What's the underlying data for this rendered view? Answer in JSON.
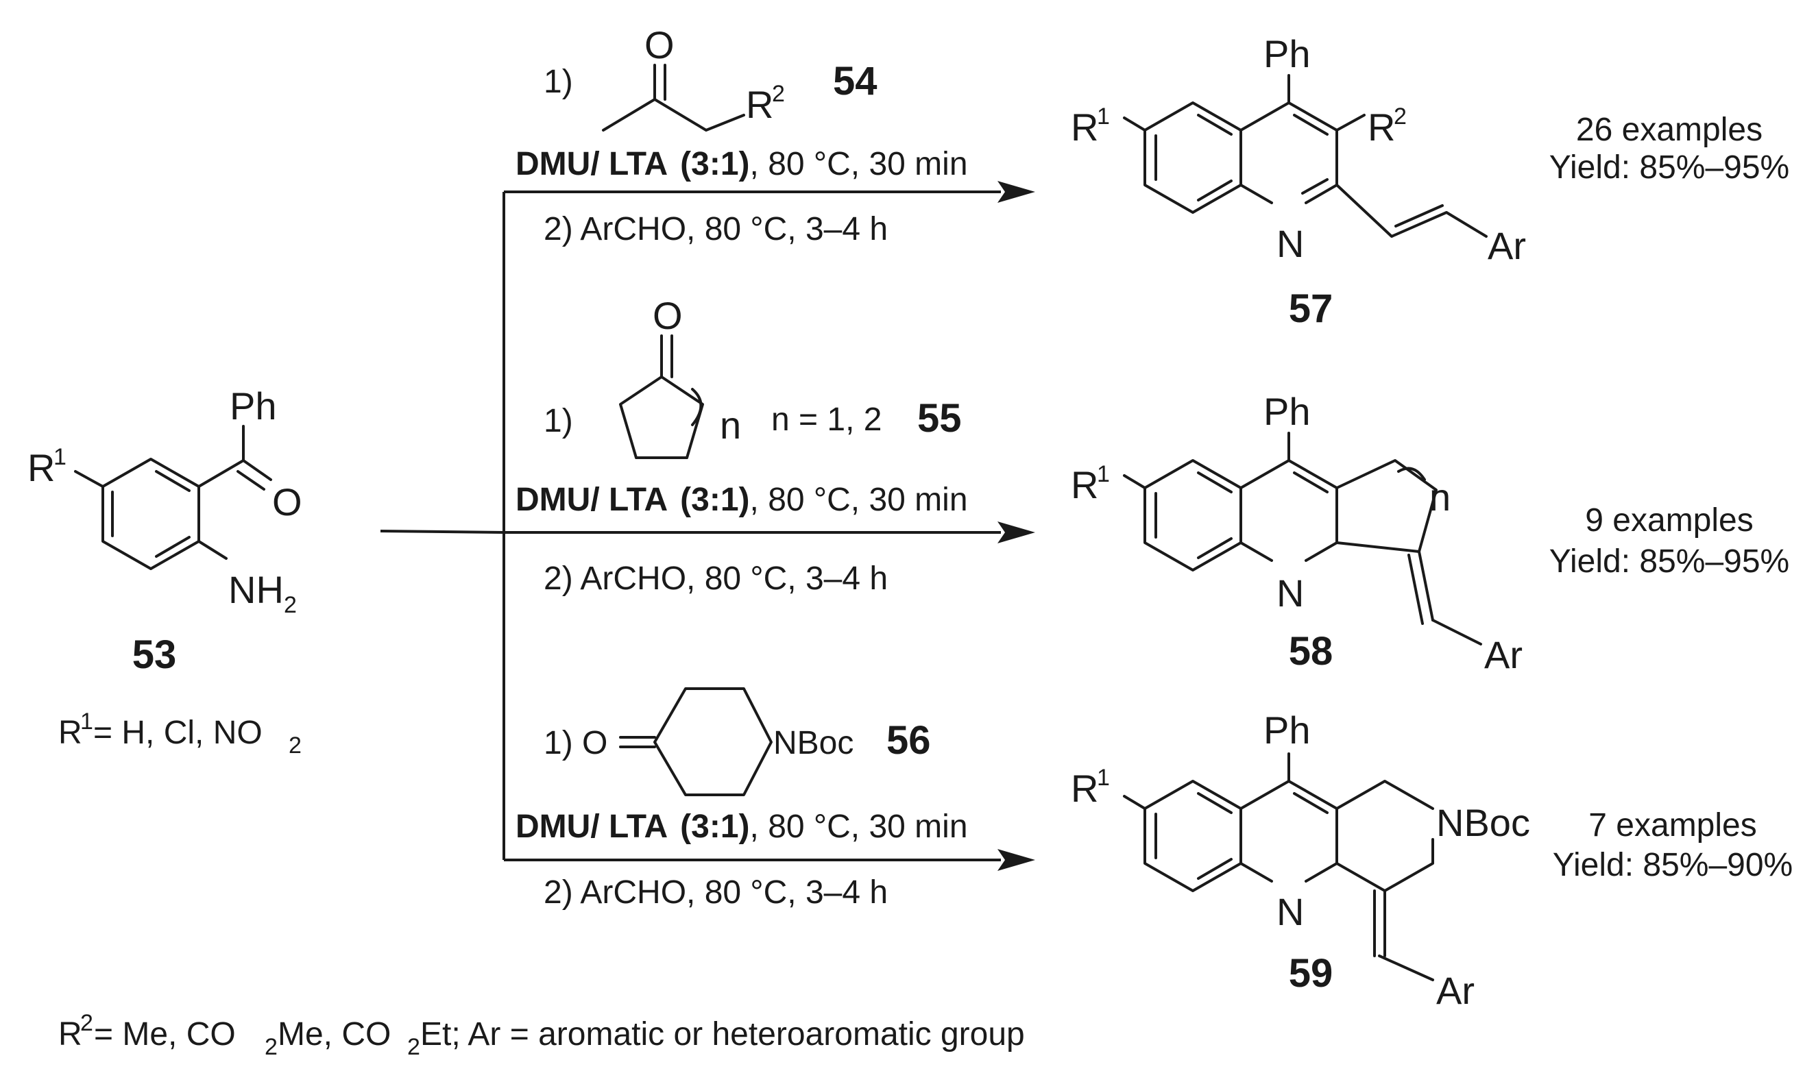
{
  "starting_material": {
    "number": "53",
    "ph": "Ph",
    "r1": "R",
    "r1_sup": "1",
    "o": "O",
    "nh2": "NH",
    "nh2_sub": "2",
    "r1_def": {
      "r": "R",
      "sup": "1",
      "text": " = H, Cl, NO",
      "sub": "2"
    }
  },
  "reactions": [
    {
      "step1": "1)",
      "reagent_number": "54",
      "reagent_o": "O",
      "reagent_r": "R",
      "reagent_sup": "2",
      "cond_bold": "DMU/ LTA",
      "cond_ratio": "(3:1)",
      "cond_rest": ", 80 °C, 30 min",
      "step2": "2)  ArCHO, 80 °C, 3–4 h",
      "product_number": "57",
      "examples": "26 examples",
      "yield": "Yield: 85%–95%"
    },
    {
      "step1": "1)",
      "reagent_number": "55",
      "reagent_o": "O",
      "reagent_n": "n",
      "reagent_n_def": "n = 1, 2",
      "cond_bold": "DMU/ LTA",
      "cond_ratio": "(3:1)",
      "cond_rest": ", 80 °C, 30 min",
      "step2": "2)  ArCHO, 80 °C, 3–4 h",
      "product_number": "58",
      "examples": "9 examples",
      "yield": "Yield: 85%–95%"
    },
    {
      "step1": "1) O",
      "reagent_number": "56",
      "reagent_nboc": "NBoc",
      "cond_bold": "DMU/ LTA",
      "cond_ratio": "(3:1)",
      "cond_rest": ", 80 °C, 30 min",
      "step2": "2)  ArCHO, 80 °C, 3–4 h",
      "product_number": "59",
      "examples": "7 examples",
      "yield": "Yield: 85%–90%"
    }
  ],
  "products": {
    "ph": "Ph",
    "r": "R",
    "sup1": "1",
    "sup2": "2",
    "n": "N",
    "ar": "Ar",
    "ring_n": "n",
    "nboc": "NBoc"
  },
  "footnote": {
    "r": "R",
    "sup": "2",
    "t1": " = Me, CO",
    "sub1": "2",
    "t2": "Me, CO",
    "sub2": "2",
    "t3": "Et; Ar = aromatic or heteroaromatic group"
  }
}
